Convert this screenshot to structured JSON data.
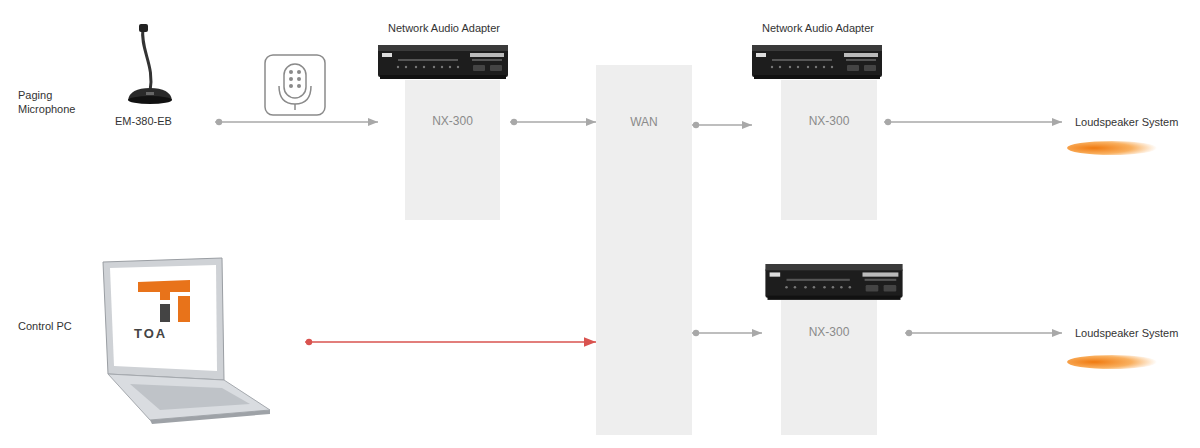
{
  "diagram": {
    "nodes": [
      {
        "text": [
          "Paging Microphone",
          "EM-380-EB"
        ]
      },
      {
        "text": [
          "Network Audio Adapter",
          "NX-300"
        ]
      },
      {
        "text": [
          "WAN"
        ]
      },
      {
        "text": [
          "Network Audio Adapter",
          "NX-300"
        ]
      },
      {
        "text": [
          "NX-300"
        ]
      },
      {
        "text": [
          "Loudspeaker System"
        ]
      },
      {
        "text": [
          "Loudspeaker System"
        ]
      },
      {
        "text": [
          "Control PC"
        ]
      }
    ],
    "edges": [
      {
        "from": 0,
        "to": 1,
        "arrow": "to"
      },
      {
        "from": 1,
        "to": 2,
        "arrow": "to"
      },
      {
        "from": 2,
        "to": 3,
        "arrow": "to"
      },
      {
        "from": 2,
        "to": 4,
        "arrow": "to"
      },
      {
        "from": 3,
        "to": 5,
        "arrow": "to"
      },
      {
        "from": 4,
        "to": 6,
        "arrow": "to"
      },
      {
        "from": 7,
        "to": 2,
        "arrow": "to"
      }
    ],
    "labels": [
      "TOA"
    ]
  }
}
